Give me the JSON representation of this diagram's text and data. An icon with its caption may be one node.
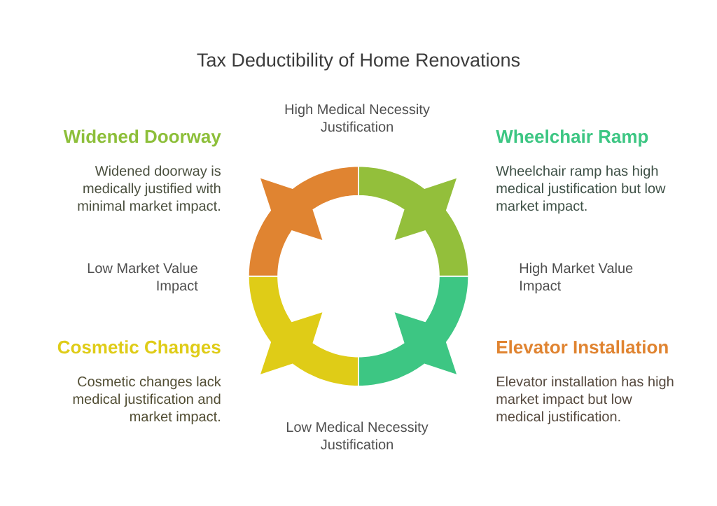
{
  "diagram": {
    "title": "Tax Deductibility of Home Renovations",
    "nodes": [
      {
        "text": [],
        "shape": "arc"
      },
      {
        "text": [],
        "shape": "arc"
      },
      {
        "text": [],
        "shape": "arc"
      },
      {
        "text": [],
        "shape": "arc"
      }
    ],
    "labels": [
      "High Medical Necessity Justification",
      "Widened Doorway",
      "Wheelchair Ramp",
      "Widened doorway is medically justified with minimal market impact.",
      "Wheelchair ramp has high medical justification but low market impact.",
      "Low Market Value Impact",
      "High Market Value Impact",
      "Cosmetic Changes",
      "Elevator Installation",
      "Cosmetic changes lack medical justification and market impact.",
      "Elevator installation has high market impact but low medical justification.",
      "Low Medical Necessity Justification"
    ]
  }
}
